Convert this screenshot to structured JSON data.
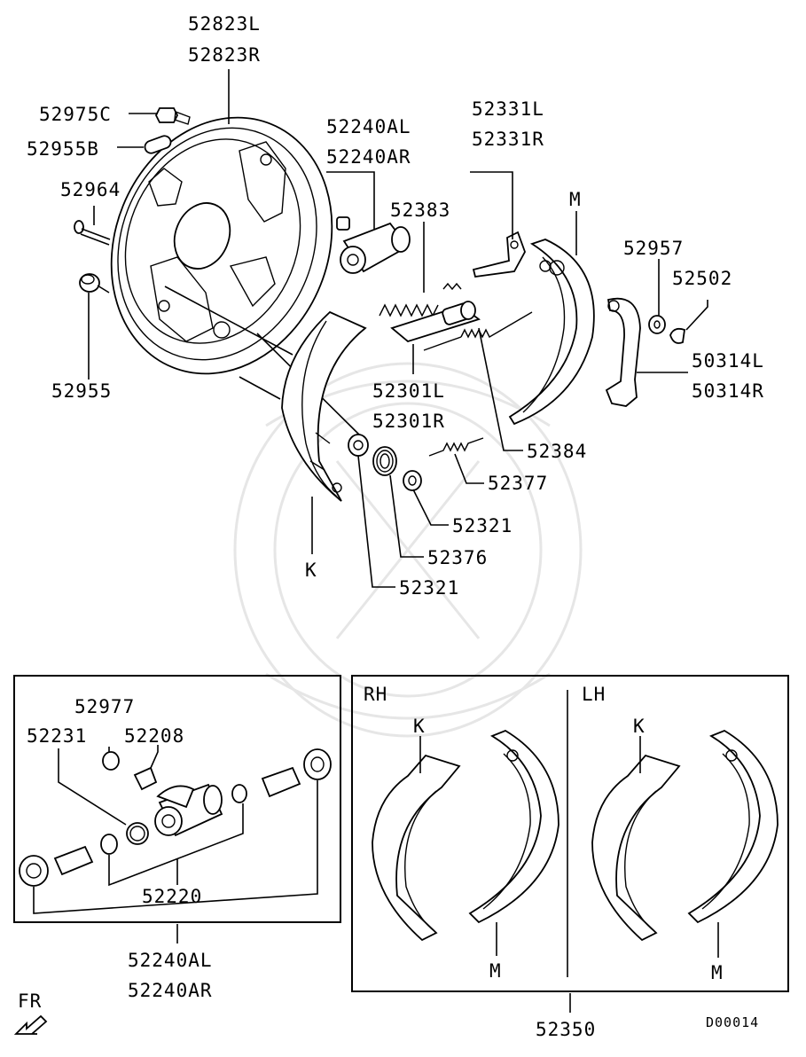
{
  "diagram": {
    "part_labels": {
      "backing_plate_l": "52823L",
      "backing_plate_r": "52823R",
      "bolt": "52975C",
      "plug": "52955B",
      "pin": "52964",
      "cap": "52955",
      "wheel_cyl_l": "52240AL",
      "wheel_cyl_r": "52240AR",
      "spring_upper": "52383",
      "lever_l": "52331L",
      "lever_r": "52331R",
      "shoe_m": "M",
      "washer": "52957",
      "clip": "52502",
      "strut_l": "50314L",
      "strut_r": "50314R",
      "adjuster_l": "52301L",
      "adjuster_r": "52301R",
      "spring_adj": "52384",
      "spring_lower": "52377",
      "cup_right": "52321",
      "hold_spring": "52376",
      "cup_left": "52321",
      "shoe_k": "K"
    },
    "cylinder_box": {
      "bleeder_cap": "52977",
      "boot": "52231",
      "bleeder": "52208",
      "kit": "52220",
      "assy_l": "52240AL",
      "assy_r": "52240AR"
    },
    "shoe_box": {
      "rh": "RH",
      "lh": "LH",
      "rh_k": "K",
      "rh_m": "M",
      "lh_k": "K",
      "lh_m": "M",
      "set": "52350"
    },
    "direction": "FR",
    "drawing_code": "D00014"
  }
}
